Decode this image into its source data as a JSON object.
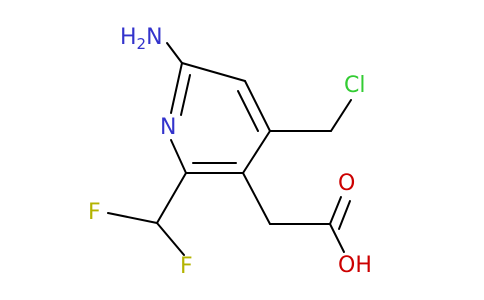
{
  "molecule": {
    "atoms": {
      "n_amine": {
        "text": "H",
        "sub": "2",
        "tail": "N",
        "color": "#3333cc"
      },
      "n_ring": {
        "text": "N",
        "color": "#3333cc"
      },
      "cl": {
        "text": "Cl",
        "color": "#33cc33"
      },
      "o_carbonyl": {
        "text": "O",
        "color": "#cc0000"
      },
      "oh": {
        "text": "OH",
        "color": "#cc0000"
      },
      "f1": {
        "text": "F",
        "color": "#b3b300"
      },
      "f2": {
        "text": "F",
        "color": "#b3b300"
      }
    },
    "bond_color": "#000000"
  }
}
